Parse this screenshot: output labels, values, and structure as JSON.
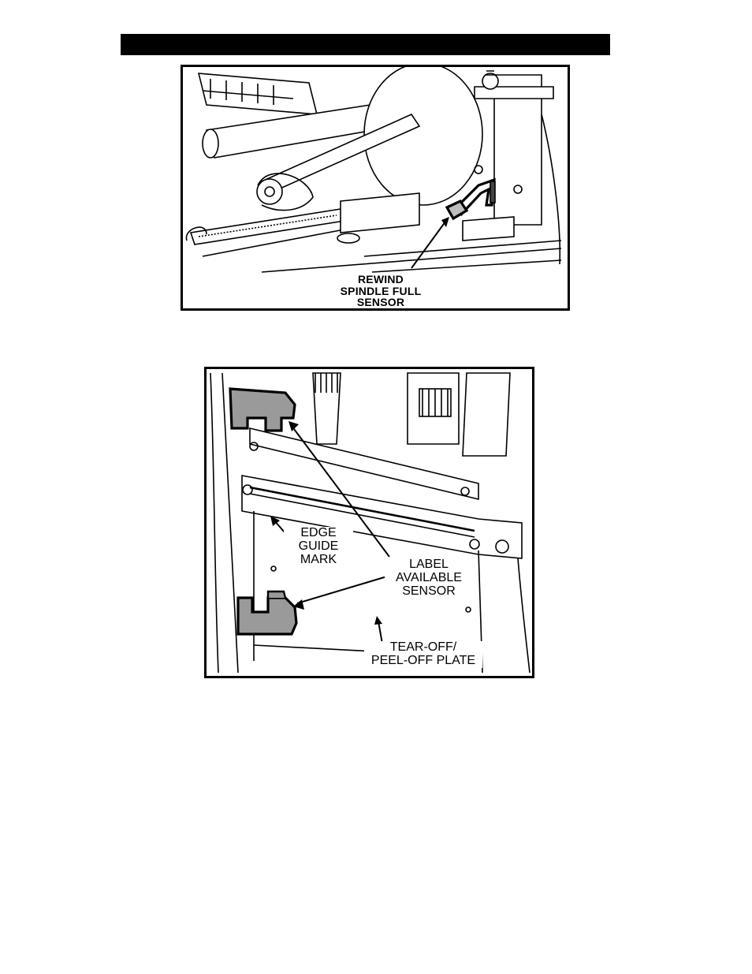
{
  "figure1": {
    "callouts": {
      "rewind_sensor": "REWIND\nSPINDLE FULL\nSENSOR"
    }
  },
  "figure2": {
    "callouts": {
      "edge_guide": "EDGE\nGUIDE\nMARK",
      "label_sensor": "LABEL\nAVAILABLE\nSENSOR",
      "plate": "TEAR-OFF/\nPEEL-OFF PLATE"
    }
  },
  "colors": {
    "ink": "#000000",
    "sensor_fill": "#9a9a9a",
    "paper": "#ffffff"
  }
}
